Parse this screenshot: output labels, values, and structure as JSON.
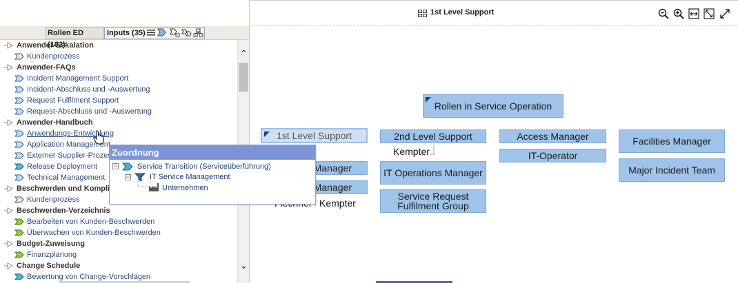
{
  "left": {
    "tabs": {
      "roles": "Rollen ED (102)",
      "inputs": "Inputs (35)"
    },
    "tree": [
      {
        "kind": "group",
        "label": "Anwender-Eskalation"
      },
      {
        "kind": "item",
        "label": "Kundenprozess",
        "icon": "process-gray"
      },
      {
        "kind": "group",
        "label": "Anwender-FAQs"
      },
      {
        "kind": "item",
        "label": "Incident Management Support",
        "icon": "process-blue"
      },
      {
        "kind": "item",
        "label": "Incident-Abschluss und -Auswertung",
        "icon": "process-blue"
      },
      {
        "kind": "item",
        "label": "Request Fulfilment Support",
        "icon": "process-blue"
      },
      {
        "kind": "item",
        "label": "Request-Abschluss und -Auswertung",
        "icon": "process-blue"
      },
      {
        "kind": "group",
        "label": "Anwender-Handbuch"
      },
      {
        "kind": "item",
        "label": "Anwendungs-Entwicklung",
        "icon": "process-blue",
        "link": true
      },
      {
        "kind": "item",
        "label": "Application Management",
        "icon": "process-blue"
      },
      {
        "kind": "item",
        "label": "Externer Supplier-Prozess",
        "icon": "process-blue"
      },
      {
        "kind": "item",
        "label": "Release Deployment",
        "icon": "process-teal"
      },
      {
        "kind": "item",
        "label": "Technical Management",
        "icon": "process-blue"
      },
      {
        "kind": "group",
        "label": "Beschwerden und Komplimente"
      },
      {
        "kind": "item",
        "label": "Kundenprozess",
        "icon": "process-gray"
      },
      {
        "kind": "group",
        "label": "Beschwerden-Verzeichnis"
      },
      {
        "kind": "item",
        "label": "Bearbeiten von Kunden-Beschwerden",
        "icon": "process-green"
      },
      {
        "kind": "item",
        "label": "Überwachen von Kunden-Beschwerden",
        "icon": "process-green"
      },
      {
        "kind": "group",
        "label": "Budget-Zuweisung"
      },
      {
        "kind": "item",
        "label": "Finanzplanung",
        "icon": "process-green"
      },
      {
        "kind": "group",
        "label": "Change Schedule"
      },
      {
        "kind": "item",
        "label": "Bewertung von Change-Vorschlägen",
        "icon": "process-teal"
      }
    ],
    "scroll": {
      "up": "⌃",
      "down": "⌄"
    }
  },
  "popup": {
    "title": "Zuordnung",
    "rows": [
      {
        "label": "Service Transition (Serviceüberführung)",
        "icon": "process-chevron-icon"
      },
      {
        "label": "IT Service Management",
        "icon": "filter-icon"
      },
      {
        "label": "Unternehmen",
        "icon": "factory-icon"
      }
    ]
  },
  "diagram": {
    "title": "1st Level Support",
    "nodes": [
      {
        "id": "rollen",
        "label": "Rollen in Service Operation"
      },
      {
        "id": "first",
        "label": "1st Level Support"
      },
      {
        "id": "second",
        "label": "2nd Level Support"
      },
      {
        "id": "access",
        "label": "Access Manager"
      },
      {
        "id": "facilities",
        "label": "Facilities Manager"
      },
      {
        "id": "itoperator",
        "label": "IT-Operator"
      },
      {
        "id": "itops",
        "label": "IT Operations Manager"
      },
      {
        "id": "major",
        "label": "Major Incident Team"
      },
      {
        "id": "srfg",
        "label": "Service Request Fulfilment Group"
      },
      {
        "id": "manager1",
        "label": "Manager"
      },
      {
        "id": "manager2",
        "label": "Manager"
      }
    ],
    "labels": {
      "kempter1": "Kempter",
      "flechner": "Flechner",
      "kempter2": "Kempter"
    }
  },
  "colors": {
    "node_fill": "#9fc3e9",
    "popup_header": "#7b95d6",
    "tree_link": "#2b4a7c"
  }
}
